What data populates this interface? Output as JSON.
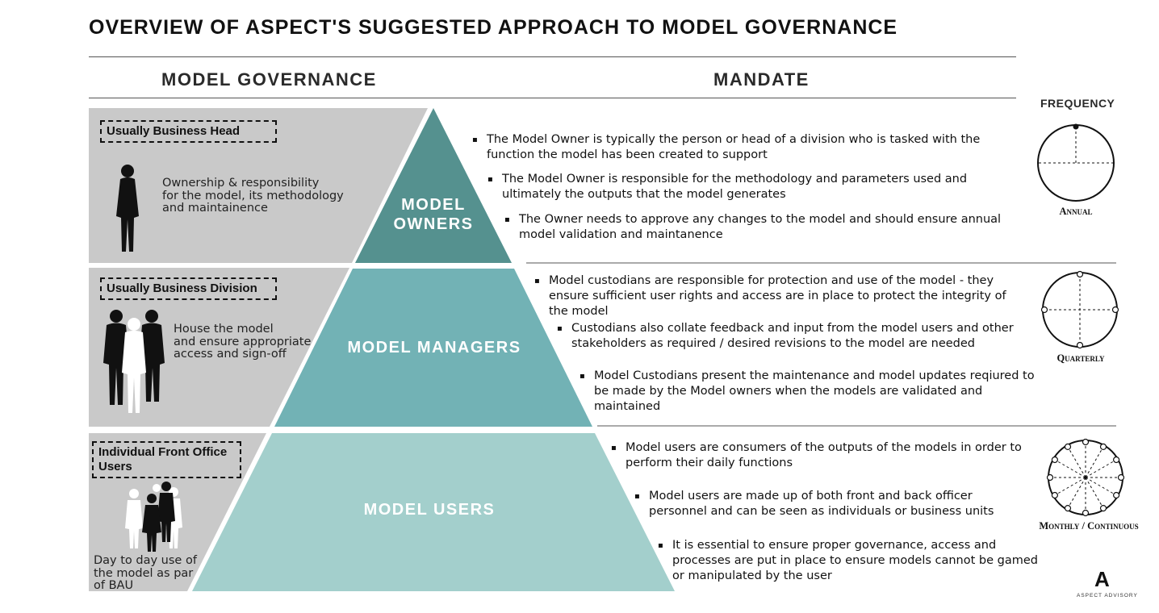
{
  "title": "OVERVIEW OF ASPECT'S SUGGESTED APPROACH TO MODEL GOVERNANCE",
  "columns": {
    "governance": "MODEL GOVERNANCE",
    "mandate": "MANDATE",
    "frequency": "FREQUENCY"
  },
  "tiers": [
    {
      "box_label": "Usually Business Head",
      "description": "Ownership & responsibility\nfor the model, its methodology\nand maintainence",
      "pyramid_label": "MODEL\nOWNERS",
      "bullets": [
        "The Model Owner is typically the person or head of a division who is tasked with the function the model has been created to support",
        "The Model Owner is responsible for the methodology and parameters used and ultimately the outputs that the model generates",
        "The Owner needs to approve any changes to the model and should ensure annual model validation and maintanence"
      ],
      "frequency": "Annual"
    },
    {
      "box_label": "Usually Business Division",
      "description": "House the model\nand ensure appropriate\naccess and sign-off",
      "pyramid_label": "MODEL MANAGERS",
      "bullets": [
        "Model custodians are responsible for protection and use of the model - they ensure sufficient user rights and access are in place to protect the integrity of the model",
        "Custodians also collate feedback and input from the model users and other stakeholders as required / desired revisions to the model are needed",
        "Model Custodians present the maintenance and model updates reqiured to be made by the Model owners when the models are validated and maintained"
      ],
      "frequency": "Quarterly"
    },
    {
      "box_label": "Individual Front Office Users",
      "description": "Day to day use of\nthe model as par\nof BAU",
      "pyramid_label": "MODEL USERS",
      "bullets": [
        "Model users are consumers of the outputs of the models in order to perform their daily functions",
        "Model users are made up of both front and back officer personnel and can be seen as individuals or business units",
        "It is essential to ensure proper governance, access and processes are put in place to ensure models cannot be gamed or manipulated by the user"
      ],
      "frequency": "Monthly / Continuous"
    }
  ],
  "logo": {
    "mark": "A",
    "text": "ASPECT ADVISORY"
  },
  "colors": {
    "gray": "#c9c9c9",
    "owners": "#55918f",
    "managers": "#72b2b5",
    "users": "#a3cfcc"
  }
}
